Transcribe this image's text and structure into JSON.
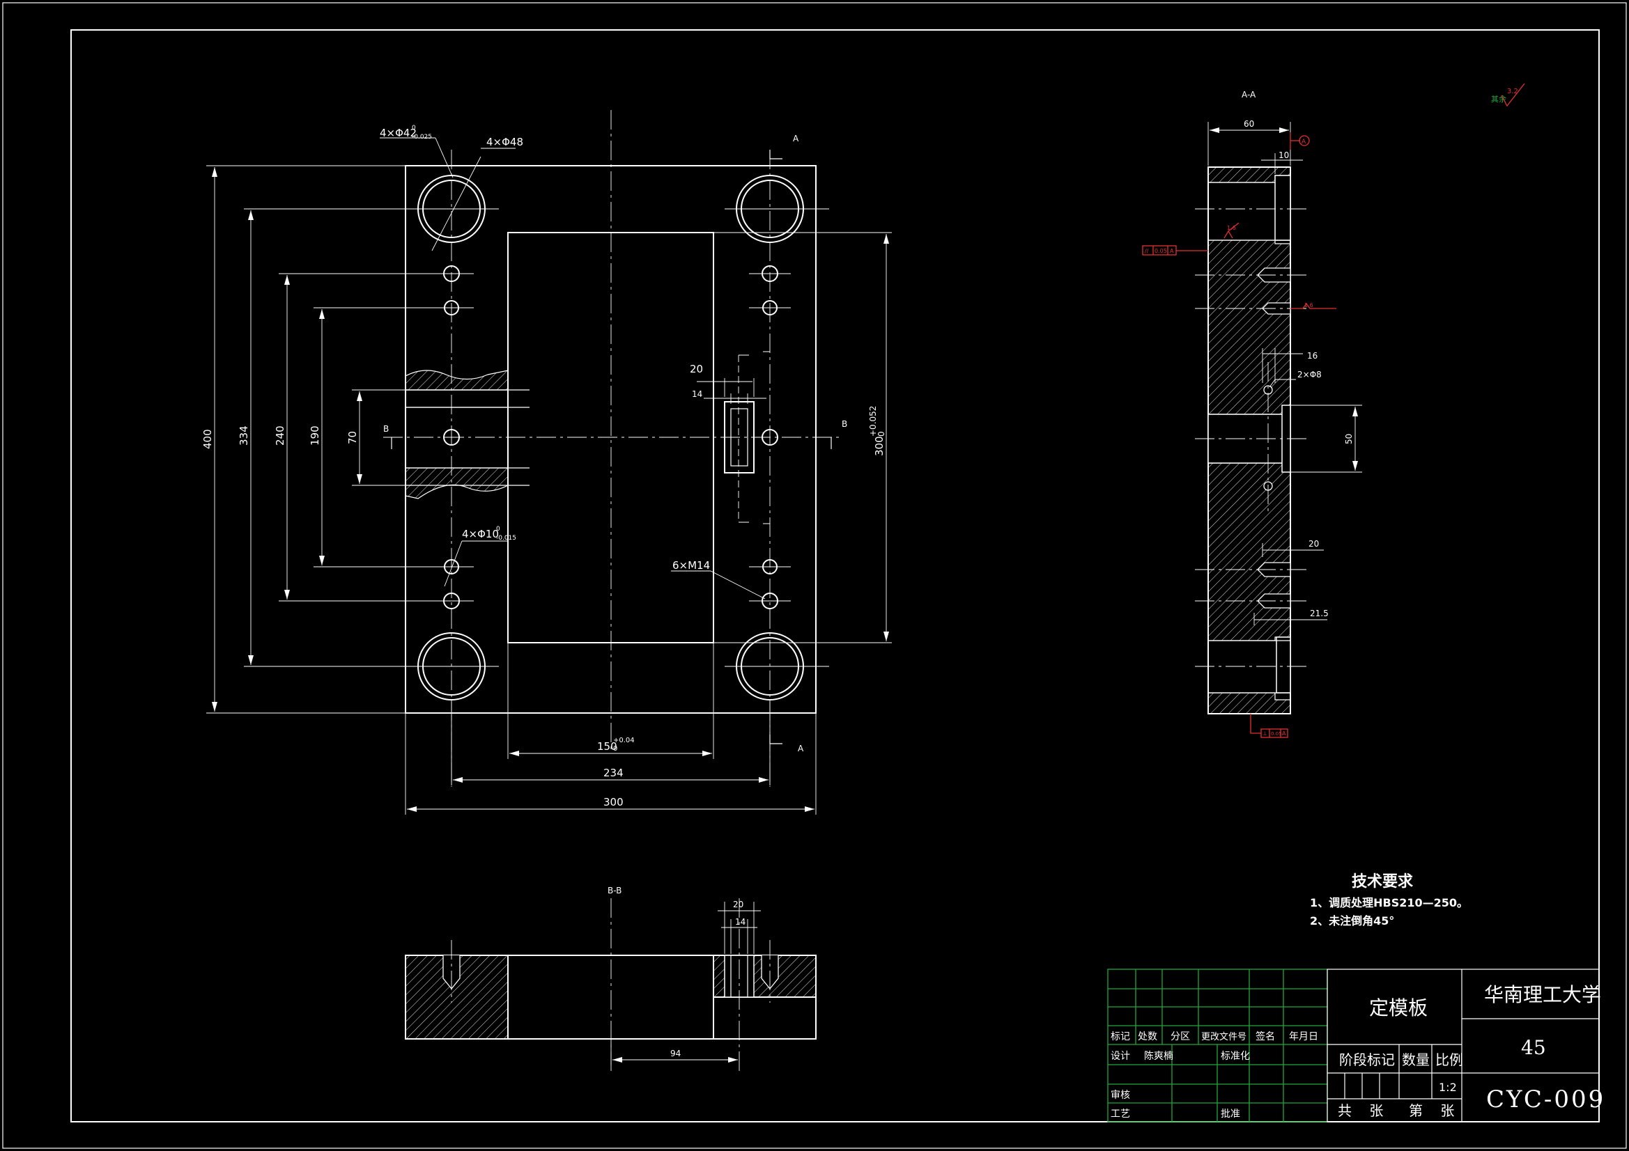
{
  "drawing": {
    "main_view": {
      "dims": {
        "hole_large_tol": "4×Φ42",
        "hole_large_tol_up": "0",
        "hole_large_tol_low": "-0.025",
        "hole_large_outer": "4×Φ48",
        "hole_small_tol": "4×Φ10",
        "hole_small_tol_up": "0",
        "hole_small_tol_low": "-0.015",
        "thread": "6×M14",
        "h400": "400",
        "h334": "334",
        "h240": "240",
        "h190": "190",
        "h70": "70",
        "h300": "300",
        "h300_tol_up": "+0.052",
        "h300_tol_low": "0",
        "w150": "150",
        "w150_tol_up": "+0.04",
        "w150_tol_low": "0",
        "w234": "234",
        "w300": "300",
        "w20": "20",
        "w14": "14"
      },
      "section_marks": {
        "a_top": "A",
        "a_bottom": "A",
        "b_left": "B",
        "b_right": "B"
      }
    },
    "section_aa": {
      "title": "A-A",
      "dims": {
        "w60": "60",
        "w10": "10",
        "w16": "16",
        "holes": "2×Φ8",
        "h50": "50",
        "w20": "20",
        "w21_5": "21.5"
      },
      "datum": "A",
      "roughness_a": "1.6",
      "roughness_b": "1.6",
      "parallel_frame": [
        "//",
        "0.05",
        "A"
      ],
      "perp_frame": [
        "⊥",
        "0.05",
        "A"
      ]
    },
    "section_bb": {
      "title": "B-B",
      "dims": {
        "w20": "20",
        "w14": "14",
        "w94": "94"
      }
    },
    "roughness_corner": {
      "label": "其余",
      "value": "3.2"
    },
    "tech_requirements": {
      "title": "技术要求",
      "items": [
        "1、调质处理HBS210—250。",
        "2、未注倒角45°"
      ]
    }
  },
  "title_block": {
    "part_name": "定模板",
    "school": "华南理工大学",
    "material": "45",
    "drawing_no": "CYC-009",
    "stage_label": "阶段标记",
    "qty_label": "数量",
    "scale_label": "比例",
    "scale_value": "1:2",
    "sheets_total": "共    张",
    "sheet_no": "第    张",
    "row_labels": {
      "mark": "标记",
      "count": "处数",
      "zone": "分区",
      "change_doc": "更改文件号",
      "sign": "签名",
      "date": "年月日",
      "design": "设计",
      "designer": "陈爽楠",
      "standard": "标准化",
      "review": "审核",
      "process": "工艺",
      "approve": "批准"
    }
  }
}
